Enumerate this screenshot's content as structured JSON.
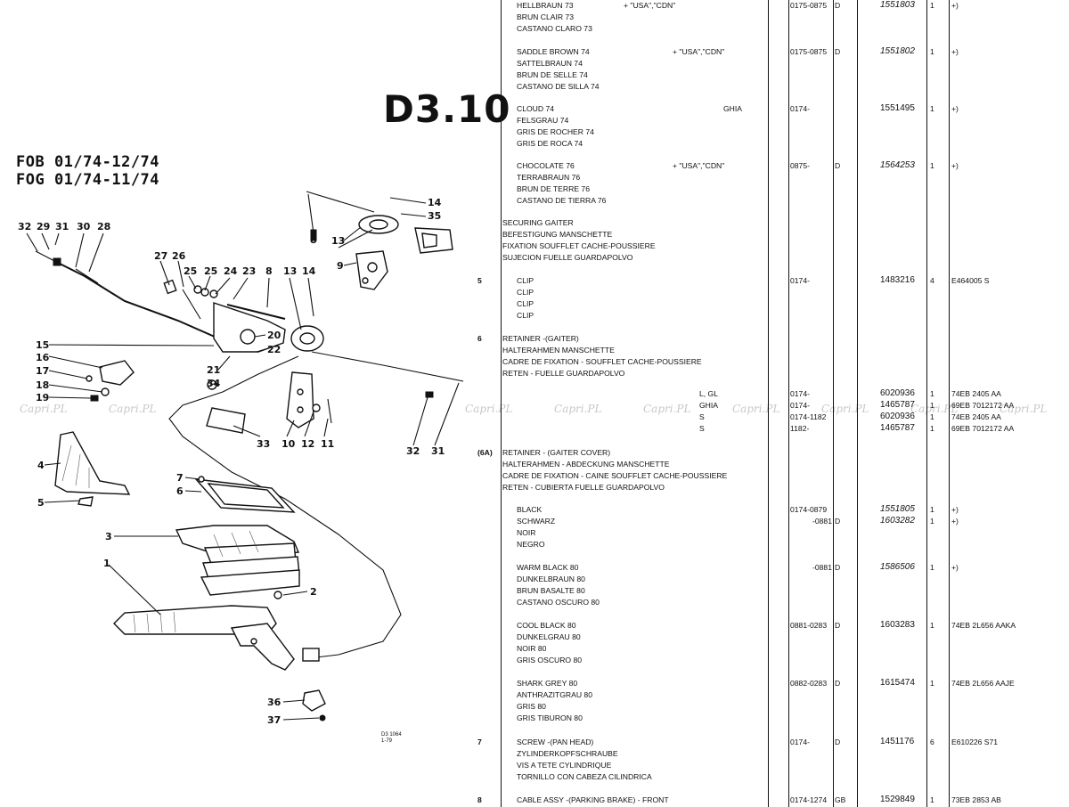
{
  "diagram": {
    "title": "D3.10",
    "ranges": [
      "FOB 01/74-12/74",
      "FOG 01/74-11/74"
    ],
    "ref_code": "D3 1064\n1-79",
    "callouts": [
      "14",
      "35",
      "13",
      "8",
      "9",
      "32",
      "29",
      "31",
      "30",
      "28",
      "27",
      "26",
      "25",
      "25",
      "24",
      "23",
      "8",
      "13",
      "14",
      "15",
      "16",
      "17",
      "18",
      "19",
      "20",
      "22",
      "21",
      "34",
      "33",
      "10",
      "12",
      "11",
      "32",
      "31",
      "4",
      "5",
      "7",
      "6",
      "3",
      "1",
      "2",
      "36",
      "37"
    ]
  },
  "watermark": "Capri.PL",
  "rows": [
    {
      "item": "",
      "desc": [
        "HELLBRAUN 73",
        "BRUN CLAIR 73",
        "CASTANO CLARO 73"
      ],
      "cond": "+ \"USA\",\"CDN\"",
      "date": "0175-0875",
      "code": "D",
      "pn": "1551803",
      "pn_italic": true,
      "qty": "1",
      "note": "+)"
    },
    {
      "item": "",
      "desc": [
        "SADDLE BROWN 74",
        "SATTELBRAUN 74",
        "BRUN DE SELLE 74",
        "CASTANO DE SILLA 74"
      ],
      "cond": "+ \"USA\",\"CDN\"",
      "date": "0175-0875",
      "code": "D",
      "pn": "1551802",
      "pn_italic": true,
      "qty": "1",
      "note": "+)"
    },
    {
      "item": "",
      "desc": [
        "CLOUD 74",
        "FELSGRAU 74",
        "GRIS DE ROCHER 74",
        "GRIS DE ROCA 74"
      ],
      "cond": "GHIA",
      "date": "0174-",
      "code": "",
      "pn": "1551495",
      "pn_italic": false,
      "qty": "1",
      "note": "+)"
    },
    {
      "item": "",
      "desc": [
        "CHOCOLATE 76",
        "TERRABRAUN 76",
        "BRUN DE TERRE 76",
        "CASTANO DE TIERRA 76"
      ],
      "cond": "+ \"USA\",\"CDN\"",
      "date": "0875-",
      "code": "D",
      "pn": "1564253",
      "pn_italic": true,
      "qty": "1",
      "note": "+)"
    },
    {
      "item": "",
      "desc": [
        "SECURING GAITER",
        "BEFESTIGUNG MANSCHETTE",
        "FIXATION SOUFFLET CACHE-POUSSIERE",
        "SUJECION FUELLE GUARDAPOLVO"
      ],
      "cond": "",
      "date": "",
      "code": "",
      "pn": "",
      "pn_italic": false,
      "qty": "",
      "note": ""
    },
    {
      "item": "5",
      "desc": [
        "CLIP",
        "CLIP",
        "CLIP",
        "CLIP"
      ],
      "cond": "",
      "date": "0174-",
      "code": "",
      "pn": "1483216",
      "pn_italic": false,
      "qty": "4",
      "note": "E464005 S"
    },
    {
      "item": "6",
      "desc": [
        "RETAINER -(GAITER)",
        "HALTERAHMEN MANSCHETTE",
        "CADRE DE FIXATION - SOUFFLET CACHE-POUSSIERE",
        "RETEN - FUELLE GUARDAPOLVO"
      ],
      "cond": "",
      "date": "",
      "code": "",
      "pn": "",
      "pn_italic": false,
      "qty": "",
      "note": ""
    },
    {
      "item": "",
      "desc": [
        "L, GL"
      ],
      "cond": "",
      "date": "0174-",
      "code": "",
      "pn": "6020936",
      "pn_italic": false,
      "qty": "1",
      "note": "74EB 2405 AA"
    },
    {
      "item": "",
      "desc": [
        "GHIA"
      ],
      "cond": "",
      "date": "0174-",
      "code": "",
      "pn": "1465787",
      "pn_italic": false,
      "qty": "1",
      "note": "69EB 7012172 AA"
    },
    {
      "item": "",
      "desc": [
        "S"
      ],
      "cond": "",
      "date": "0174-1182",
      "code": "",
      "pn": "6020936",
      "pn_italic": false,
      "qty": "1",
      "note": "74EB 2405 AA"
    },
    {
      "item": "",
      "desc": [
        "S"
      ],
      "cond": "",
      "date": "1182-",
      "code": "",
      "pn": "1465787",
      "pn_italic": false,
      "qty": "1",
      "note": "69EB 7012172 AA"
    },
    {
      "item": "(6A)",
      "desc": [
        "RETAINER - (GAITER COVER)",
        "HALTERAHMEN - ABDECKUNG MANSCHETTE",
        "CADRE DE FIXATION - CAINE SOUFFLET CACHE-POUSSIERE",
        "RETEN - CUBIERTA FUELLE GUARDAPOLVO"
      ],
      "cond": "",
      "date": "",
      "code": "",
      "pn": "",
      "pn_italic": false,
      "qty": "",
      "note": ""
    },
    {
      "item": "",
      "desc": [
        "BLACK"
      ],
      "cond": "",
      "date": "0174-0879",
      "code": "",
      "pn": "1551805",
      "pn_italic": true,
      "qty": "1",
      "note": "+)"
    },
    {
      "item": "",
      "desc": [
        "SCHWARZ",
        "NOIR",
        "NEGRO"
      ],
      "cond": "",
      "date": "-0881",
      "code": "D",
      "pn": "1603282",
      "pn_italic": true,
      "qty": "1",
      "note": "+)"
    },
    {
      "item": "",
      "desc": [
        "WARM BLACK 80",
        "DUNKELBRAUN 80",
        "BRUN BASALTE 80",
        "CASTANO OSCURO 80"
      ],
      "cond": "",
      "date": "-0881",
      "code": "D",
      "pn": "1586506",
      "pn_italic": true,
      "qty": "1",
      "note": "+)"
    },
    {
      "item": "",
      "desc": [
        "COOL BLACK 80",
        "DUNKELGRAU 80",
        "NOIR 80",
        "GRIS OSCURO 80"
      ],
      "cond": "",
      "date": "0881-0283",
      "code": "D",
      "pn": "1603283",
      "pn_italic": false,
      "qty": "1",
      "note": "74EB 2L656 AAKA"
    },
    {
      "item": "",
      "desc": [
        "SHARK GREY 80",
        "ANTHRAZITGRAU 80",
        "GRIS 80",
        "GRIS TIBURON 80"
      ],
      "cond": "",
      "date": "0882-0283",
      "code": "D",
      "pn": "1615474",
      "pn_italic": false,
      "qty": "1",
      "note": "74EB 2L656 AAJE"
    },
    {
      "item": "7",
      "desc": [
        "SCREW -(PAN HEAD)",
        "ZYLINDERKOPFSCHRAUBE",
        "VIS A TETE CYLINDRIQUE",
        "TORNILLO CON CABEZA CILINDRICA"
      ],
      "cond": "",
      "date": "0174-",
      "code": "D",
      "pn": "1451176",
      "pn_italic": false,
      "qty": "6",
      "note": "E610226 S71"
    },
    {
      "item": "8",
      "desc": [
        "CABLE ASSY -(PARKING BRAKE) - FRONT"
      ],
      "cond": "",
      "date": "0174-1274",
      "code": "GB",
      "pn": "1529849",
      "pn_italic": false,
      "qty": "1",
      "note": "73EB 2853 AB"
    }
  ]
}
